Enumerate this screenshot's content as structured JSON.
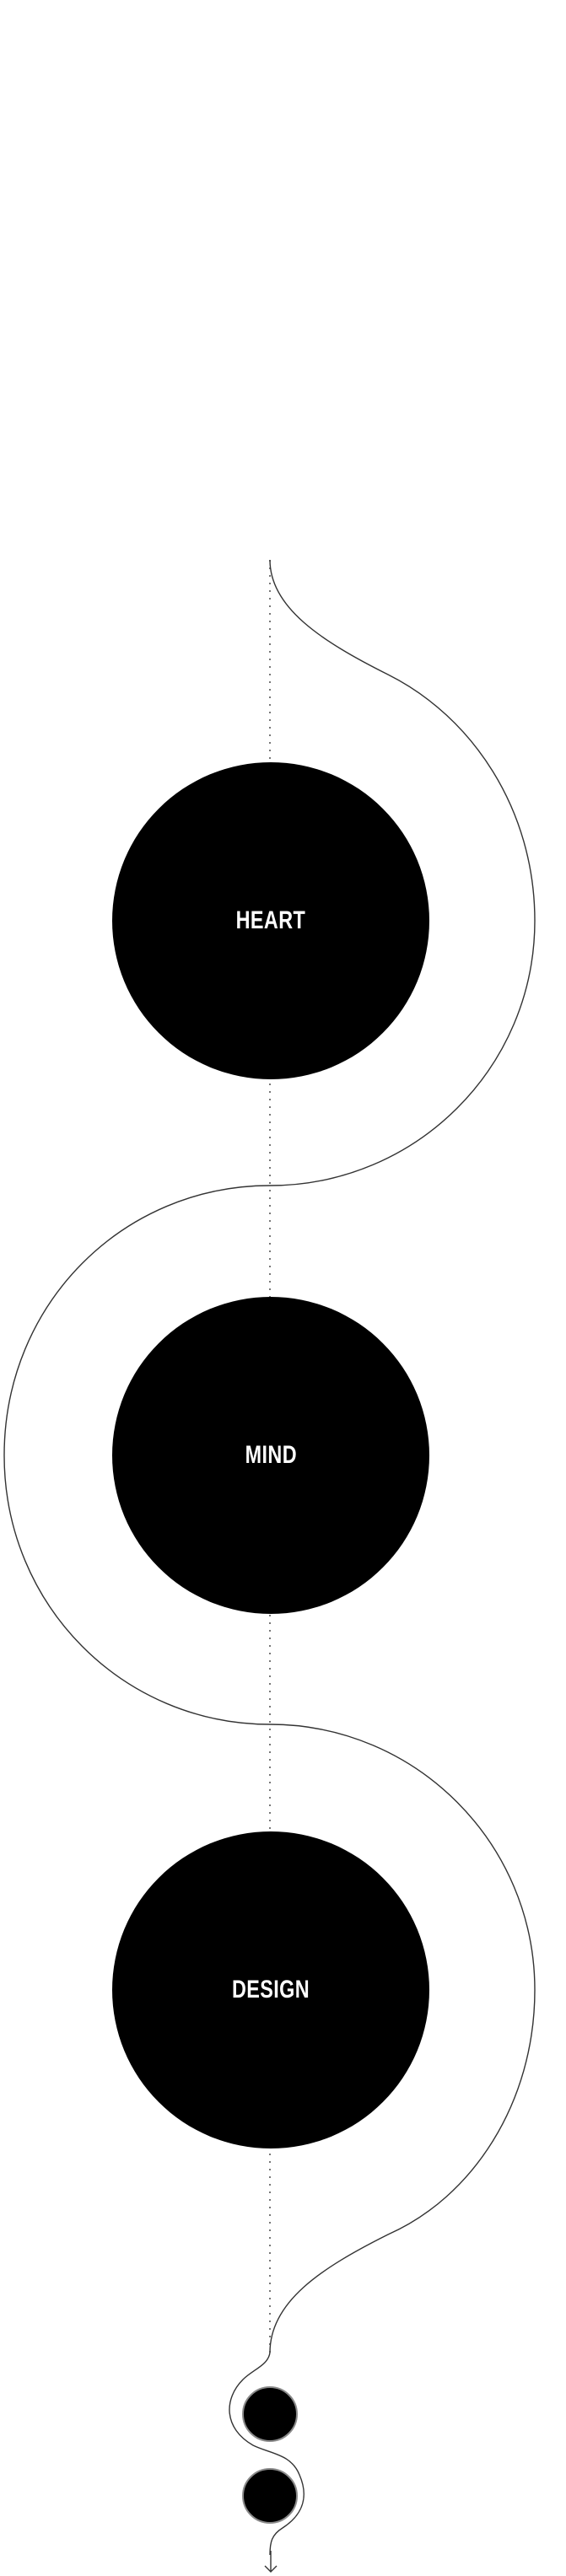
{
  "circles": {
    "heart": {
      "label": "HEART"
    },
    "mind": {
      "label": "MIND"
    },
    "design": {
      "label": "DESIGN"
    }
  },
  "colors": {
    "circle_fill": "#000000",
    "circle_text": "#ffffff",
    "line": "#333333",
    "background": "#ffffff"
  },
  "icons": {
    "scroll_down": "arrow-down-icon"
  }
}
